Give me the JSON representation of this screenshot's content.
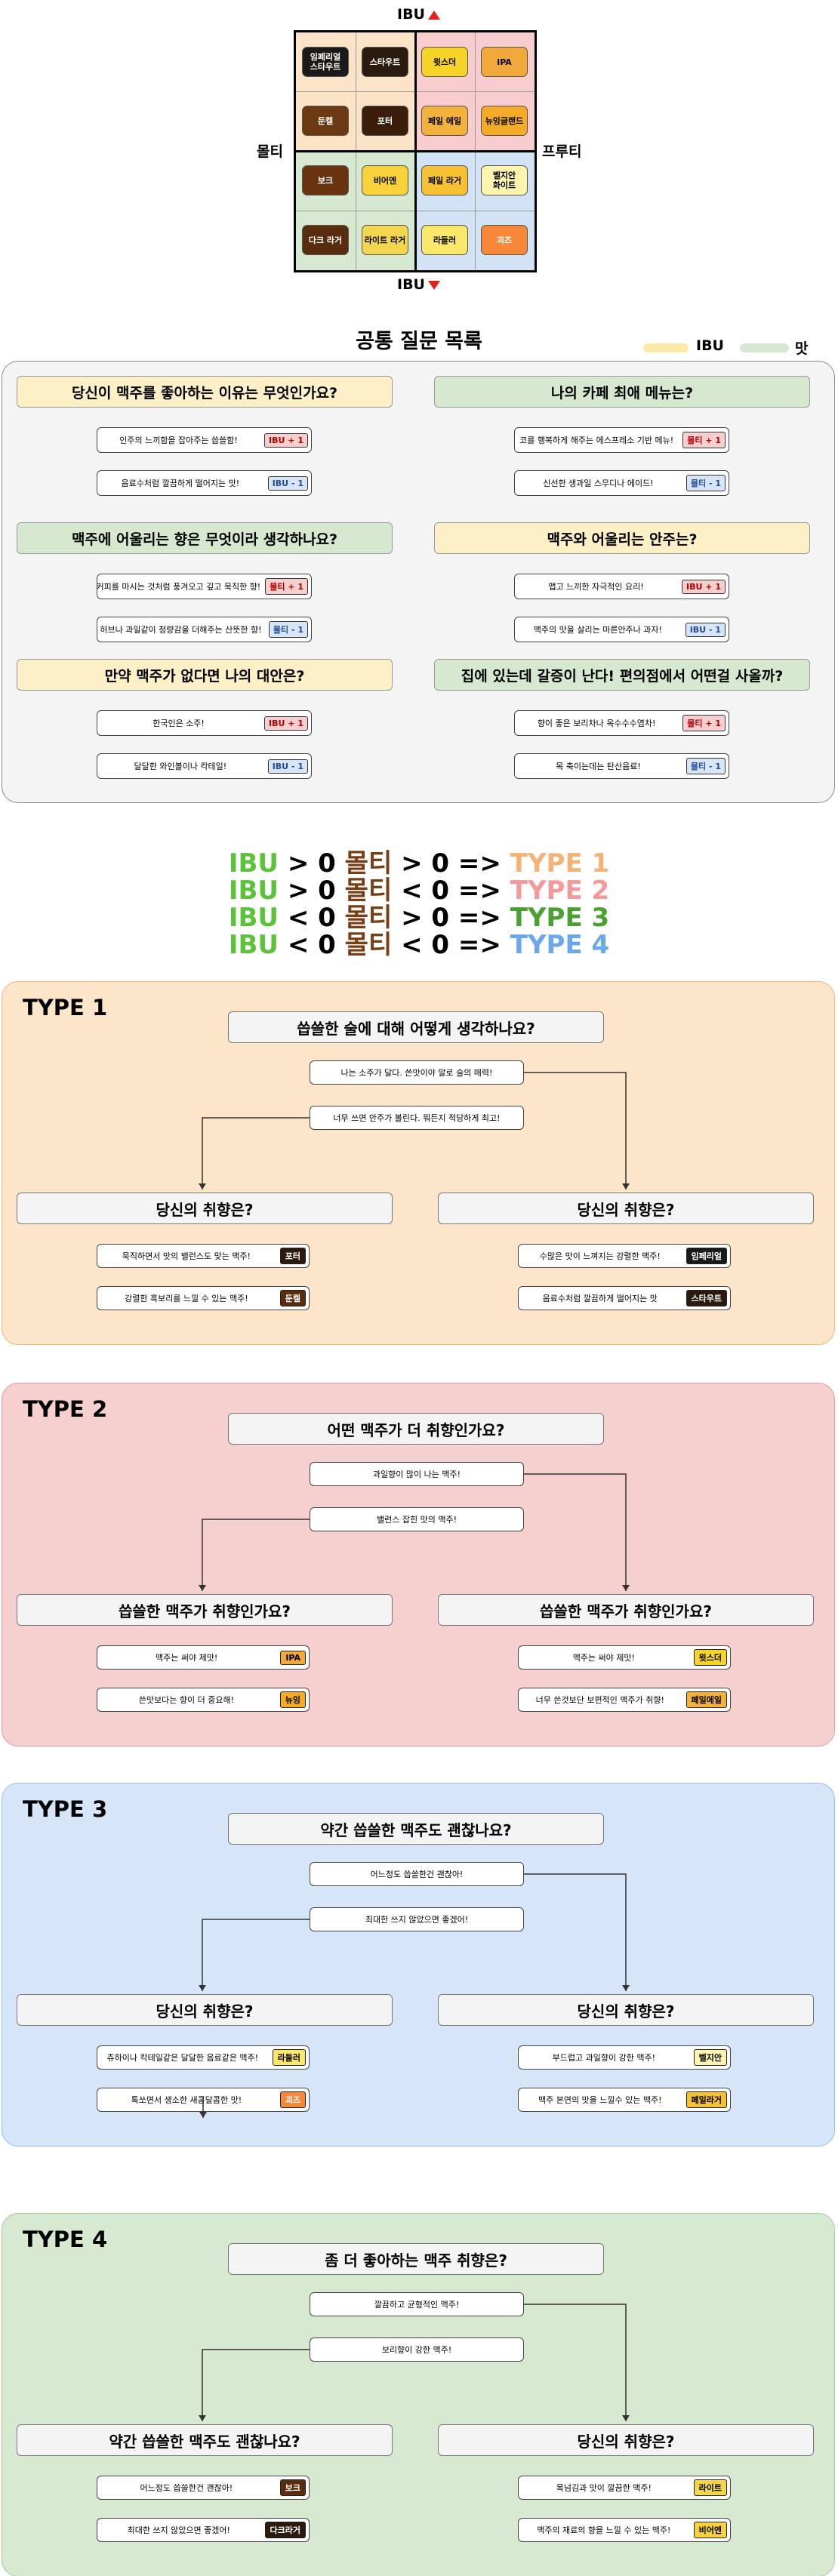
{
  "quadrant": {
    "ibu_top": "IBU",
    "ibu_bottom": "IBU",
    "left_label": "몰티",
    "right_label": "프루티",
    "quadrant_colors": {
      "tl": "#fbe3c7",
      "tr": "#f7cdd0",
      "bl": "#d8e9d2",
      "br": "#d3e3f6"
    },
    "beers": [
      {
        "label": "임페리얼\n스타우트",
        "bg": "#1c1a18",
        "fg": "#ffffff"
      },
      {
        "label": "스타우트",
        "bg": "#2b1a0e",
        "fg": "#ffffff"
      },
      {
        "label": "윗스더",
        "bg": "#f6d327",
        "fg": "#000000"
      },
      {
        "label": "IPA",
        "bg": "#f2a93b",
        "fg": "#000000"
      },
      {
        "label": "둔켈",
        "bg": "#6b3a12",
        "fg": "#ffffff"
      },
      {
        "label": "포터",
        "bg": "#3a1d0b",
        "fg": "#ffffff"
      },
      {
        "label": "페일 에일",
        "bg": "#f3b23b",
        "fg": "#000000"
      },
      {
        "label": "뉴잉글랜드",
        "bg": "#f4ab28",
        "fg": "#000000"
      },
      {
        "label": "보크",
        "bg": "#6b3411",
        "fg": "#ffffff"
      },
      {
        "label": "비어엔",
        "bg": "#f7d23a",
        "fg": "#000000"
      },
      {
        "label": "페일 라거",
        "bg": "#f6c233",
        "fg": "#000000"
      },
      {
        "label": "벨지안\n화이트",
        "bg": "#fff4ad",
        "fg": "#000000"
      },
      {
        "label": "다크 라거",
        "bg": "#5a2c0e",
        "fg": "#ffffff"
      },
      {
        "label": "라이트 라거",
        "bg": "#f4d64e",
        "fg": "#000000"
      },
      {
        "label": "라들러",
        "bg": "#fbe86a",
        "fg": "#000000"
      },
      {
        "label": "괴즈",
        "bg": "#f7883a",
        "fg": "#ffffff"
      }
    ]
  },
  "common": {
    "title": "공통 질문 목록",
    "legend": [
      {
        "label": "IBU",
        "color": "#fde9a8"
      },
      {
        "label": "맛",
        "color": "#d6e8d0"
      }
    ],
    "questions": [
      {
        "title": "당신이 맥주를 좋아하는 이유는 무엇인가요?",
        "color": "#fdf0c6",
        "answers": [
          {
            "text": "인주의 느끼함을 잡아주는 씁쓸함!",
            "chip": "IBU + 1",
            "chip_type": "red"
          },
          {
            "text": "음료수처럼 깔끔하게 떨어지는 맛!",
            "chip": "IBU - 1",
            "chip_type": "blue"
          }
        ]
      },
      {
        "title": "나의 카페 최애 메뉴는?",
        "color": "#d6e8d0",
        "answers": [
          {
            "text": "코를 행복하게 해주는 에스프레소 기반 메뉴!",
            "chip": "몰티 + 1",
            "chip_type": "red"
          },
          {
            "text": "신선한 생과일 스무디나 에이드!",
            "chip": "몰티 - 1",
            "chip_type": "blue"
          }
        ]
      },
      {
        "title": "맥주에 어울리는 향은 무엇이라 생각하나요?",
        "color": "#d6e8d0",
        "answers": [
          {
            "text": "커피를 마시는 것처럼 풍겨오고 깊고 묵직한 향!",
            "chip": "몰티 + 1",
            "chip_type": "red"
          },
          {
            "text": "허브나 과일같이 청량감을 더해주는 산뜻한 향!",
            "chip": "몰티 - 1",
            "chip_type": "blue"
          }
        ]
      },
      {
        "title": "맥주와 어울리는 안주는?",
        "color": "#fdf0c6",
        "answers": [
          {
            "text": "맵고 느끼한 자극적인 요리!",
            "chip": "IBU + 1",
            "chip_type": "red"
          },
          {
            "text": "맥주의 맛을 살리는 마른안주나 과자!",
            "chip": "IBU - 1",
            "chip_type": "blue"
          }
        ]
      },
      {
        "title": "만약 맥주가 없다면 나의 대안은?",
        "color": "#fdf0c6",
        "answers": [
          {
            "text": "한국인은 소주!",
            "chip": "IBU + 1",
            "chip_type": "red"
          },
          {
            "text": "달달한 와인볼이나 칵테일!",
            "chip": "IBU - 1",
            "chip_type": "blue"
          }
        ]
      },
      {
        "title": "집에 있는데 갈증이 난다! 편의점에서 어떤걸 사올까?",
        "color": "#d6e8d0",
        "answers": [
          {
            "text": "향이 좋은 보리차나 옥수수수염차!",
            "chip": "몰티 + 1",
            "chip_type": "red"
          },
          {
            "text": "목 축이는데는 탄산음료!",
            "chip": "몰티 - 1",
            "chip_type": "blue"
          }
        ]
      }
    ]
  },
  "formulas": [
    {
      "ibu": "IBU",
      "op1": "> 0",
      "malt": "몰티",
      "op2": "> 0 =>",
      "type": "TYPE 1",
      "type_color": "#f5b373"
    },
    {
      "ibu": "IBU",
      "op1": "> 0",
      "malt": "몰티",
      "op2": "< 0 =>",
      "type": "TYPE 2",
      "type_color": "#f49a9a"
    },
    {
      "ibu": "IBU",
      "op1": "< 0",
      "malt": "몰티",
      "op2": "> 0 =>",
      "type": "TYPE 3",
      "type_color": "#4aa030"
    },
    {
      "ibu": "IBU",
      "op1": "< 0",
      "malt": "몰티",
      "op2": "< 0 =>",
      "type": "TYPE 4",
      "type_color": "#6aa8ea"
    }
  ],
  "types": [
    {
      "title": "TYPE 1",
      "bg": "#fde5c9",
      "border": "#e8b878",
      "question": "씁쓸한 술에 대해 어떻게 생각하나요?",
      "options": [
        "나는 소주가 달다. 쓴맛이야 말로 술의 매력!",
        "너무 쓰면 안주가 볼린다. 뭐든지 적당하게 최고!"
      ],
      "left": {
        "question": "당신의 취향은?",
        "answers": [
          {
            "text": "묵직하면서 맛의 밸런스도 맞는 맥주!",
            "chip": "포터",
            "chip_bg": "#2b1a0e",
            "chip_fg": "#ffffff"
          },
          {
            "text": "강렬한 흑보리를 느낄 수 있는 맥주!",
            "chip": "둔켈",
            "chip_bg": "#5a2c0e",
            "chip_fg": "#ffffff"
          }
        ]
      },
      "right": {
        "question": "당신의 취향은?",
        "answers": [
          {
            "text": "수많은 맛이 느껴지는 강렬한 맥주!",
            "chip": "임페리얼",
            "chip_bg": "#1c1a18",
            "chip_fg": "#ffffff"
          },
          {
            "text": "음료수처럼 깔끔하게 떨어지는 맛",
            "chip": "스타우트",
            "chip_bg": "#2b1a0e",
            "chip_fg": "#ffffff"
          }
        ]
      }
    },
    {
      "title": "TYPE 2",
      "bg": "#f6cfcf",
      "border": "#e09a9a",
      "question": "어떤 맥주가 더 취향인가요?",
      "options": [
        "과일향이 많이 나는 맥주!",
        "밸런스 잡힌 맛의 맥주!"
      ],
      "left": {
        "question": "씁쓸한 맥주가 취향인가요?",
        "answers": [
          {
            "text": "맥주는 써야 제맛!",
            "chip": "IPA",
            "chip_bg": "#f2a93b",
            "chip_fg": "#000000"
          },
          {
            "text": "쓴맛보다는 향이 더 중요해!",
            "chip": "뉴잉",
            "chip_bg": "#f4ab28",
            "chip_fg": "#000000"
          }
        ]
      },
      "right": {
        "question": "씁쓸한 맥주가 취향인가요?",
        "answers": [
          {
            "text": "맥주는 써야 제맛!",
            "chip": "윗스더",
            "chip_bg": "#f6d327",
            "chip_fg": "#000000"
          },
          {
            "text": "너무 쓴것보단 보편적인 맥주가 취향!",
            "chip": "페일에일",
            "chip_bg": "#f3b23b",
            "chip_fg": "#000000"
          }
        ]
      }
    },
    {
      "title": "TYPE 3",
      "bg": "#d6e5f7",
      "border": "#9bbce6",
      "question": "약간 씁쓸한 맥주도 괜찮나요?",
      "options": [
        "어느정도 씁쓸한건 괜찮아!",
        "최대한 쓰지 않았으면 좋겠어!"
      ],
      "left": {
        "question": "당신의 취향은?",
        "answers": [
          {
            "text": "츄하이나 칵테일같은 달달한 음료같은 맥주!",
            "chip": "라들러",
            "chip_bg": "#fbe86a",
            "chip_fg": "#000000"
          },
          {
            "text": "톡쏘면서 생소한 새콤달콤한 맛!",
            "chip": "괴즈",
            "chip_bg": "#f7883a",
            "chip_fg": "#ffffff"
          }
        ]
      },
      "right": {
        "question": "당신의 취향은?",
        "answers": [
          {
            "text": "부드럽고 과일향이 강한 맥주!",
            "chip": "벨지안",
            "chip_bg": "#fff4ad",
            "chip_fg": "#000000"
          },
          {
            "text": "맥주 본연의 맛을 느낄수 있는 맥주!",
            "chip": "페일라거",
            "chip_bg": "#f6c233",
            "chip_fg": "#000000"
          }
        ]
      }
    },
    {
      "title": "TYPE 4",
      "bg": "#d8e9d2",
      "border": "#a5c99b",
      "question": "좀 더 좋아하는 맥주 취향은?",
      "options": [
        "깔끔하고 균형적인 맥주!",
        "보리향이 강한 맥주!"
      ],
      "left": {
        "question": "약간 씁쓸한 맥주도 괜찮나요?",
        "answers": [
          {
            "text": "어느정도 씁쓸한건 괜찮아!",
            "chip": "보크",
            "chip_bg": "#5a2c0e",
            "chip_fg": "#ffffff"
          },
          {
            "text": "최대한 쓰지 않았으면 좋겠어!",
            "chip": "다크라거",
            "chip_bg": "#2b1a0e",
            "chip_fg": "#ffffff"
          }
        ]
      },
      "right": {
        "question": "당신의 취향은?",
        "answers": [
          {
            "text": "목넘김과 맛이 깔끔한 맥주!",
            "chip": "라이트",
            "chip_bg": "#f4d64e",
            "chip_fg": "#000000"
          },
          {
            "text": "맥주의 재료의 향을 느낄 수 있는 맥주!",
            "chip": "비어엔",
            "chip_bg": "#f7d23a",
            "chip_fg": "#000000"
          }
        ]
      }
    }
  ]
}
